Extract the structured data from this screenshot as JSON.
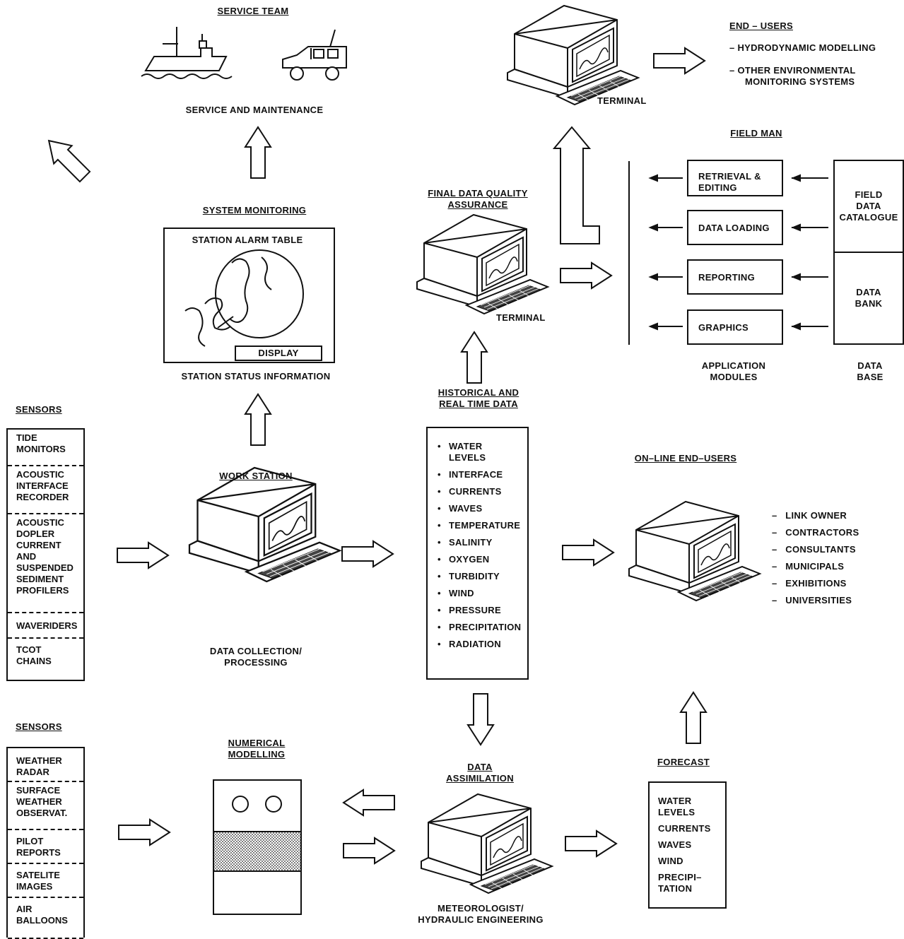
{
  "service": {
    "title": "SERVICE TEAM",
    "caption": "SERVICE AND MAINTENANCE"
  },
  "end_users": {
    "title": "END – USERS",
    "items": [
      "– HYDRODYNAMIC MODELLING",
      "– OTHER ENVIRONMENTAL",
      "MONITORING SYSTEMS"
    ],
    "terminal_label": "TERMINAL"
  },
  "field_man": {
    "title": "FIELD MAN",
    "modules": [
      "RETRIEVAL &\nEDITING",
      "DATA LOADING",
      "REPORTING",
      "GRAPHICS"
    ],
    "modules_caption": "APPLICATION\nMODULES",
    "catalogue": "FIELD\nDATA\nCATALOGUE",
    "bank": "DATA\nBANK",
    "base_caption": "DATA\nBASE"
  },
  "final_qa": {
    "title": "FINAL DATA QUALITY\nASSURANCE",
    "terminal_label": "TERMINAL"
  },
  "system_monitoring": {
    "title": "SYSTEM MONITORING",
    "alarm_table": "STATION ALARM TABLE",
    "display": "DISPLAY",
    "caption": "STATION STATUS INFORMATION"
  },
  "sensors_top": {
    "title": "SENSORS",
    "items": [
      "TIDE\nMONITORS",
      "ACOUSTIC\nINTERFACE\nRECORDER",
      "ACOUSTIC\nDOPLER\nCURRENT\nAND\nSUSPENDED\nSEDIMENT\nPROFILERS",
      "WAVERIDERS",
      "TCOT\nCHAINS"
    ]
  },
  "work_station": {
    "title": "WORK STATION",
    "caption": "DATA COLLECTION/\nPROCESSING"
  },
  "historical": {
    "title": "HISTORICAL AND\nREAL TIME DATA",
    "items": [
      "WATER\nLEVELS",
      "INTERFACE",
      "CURRENTS",
      "WAVES",
      "TEMPERATURE",
      "SALINITY",
      "OXYGEN",
      "TURBIDITY",
      "WIND",
      "PRESSURE",
      "PRECIPITATION",
      "RADIATION"
    ]
  },
  "online_users": {
    "title": "ON–LINE END–USERS",
    "items": [
      "–   LINK OWNER",
      "–   CONTRACTORS",
      "–   CONSULTANTS",
      "–   MUNICIPALS",
      "–   EXHIBITIONS",
      "–   UNIVERSITIES"
    ]
  },
  "sensors_bottom": {
    "title": "SENSORS",
    "items": [
      "WEATHER\nRADAR",
      "SURFACE\nWEATHER\nOBSERVAT.",
      "PILOT\nREPORTS",
      "SATELITE\nIMAGES",
      "AIR\nBALLOONS"
    ]
  },
  "numerical": {
    "title": "NUMERICAL\nMODELLING"
  },
  "assimilation": {
    "title": "DATA\nASSIMILATION",
    "caption": "METEOROLOGIST/\nHYDRAULIC ENGINEERING"
  },
  "forecast": {
    "title": "FORECAST",
    "items": [
      "WATER\nLEVELS",
      "CURRENTS",
      "WAVES",
      "WIND",
      "PRECIPI–\nTATION"
    ]
  }
}
